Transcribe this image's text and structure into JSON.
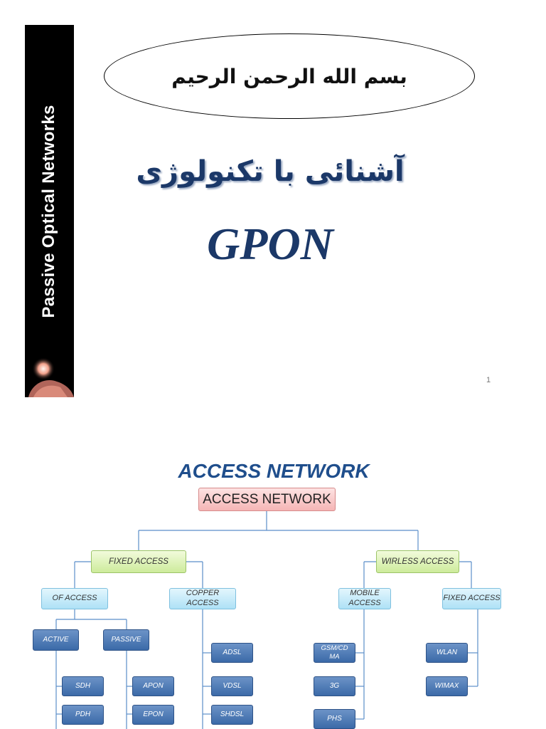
{
  "slide1": {
    "sidebar_text": "Passive Optical Networks",
    "basmala": "بسم الله الرحمن الرحیم",
    "subtitle": "آشنائی با تکنولوژی",
    "title": "GPON",
    "page_number": "1"
  },
  "slide2": {
    "title": "ACCESS NETWORK",
    "root": "ACCESS NETWORK",
    "fixed_access": "FIXED ACCESS",
    "wireless_access": "WIRLESS  ACCESS",
    "of_access": "OF ACCESS",
    "copper_access": "COPPER ACCESS",
    "mobile_access": "MOBILE ACCESS",
    "fixed_access_wireless": "FIXED ACCESS",
    "active": "ACTIVE",
    "passive": "PASSIVE",
    "sdh": "SDH",
    "pdh": "PDH",
    "apon": "APON",
    "epon": "EPON",
    "adsl": "ADSL",
    "vdsl": "VDSL",
    "shdsl": "SHDSL",
    "gsm": "GSM/CD MA",
    "g3": "3G",
    "phs": "PHS",
    "wlan": "WLAN",
    "wimax": "WIMAX"
  },
  "colors": {
    "title_blue": "#1b3868",
    "slide2_title": "#1f4e8c",
    "line": "#5b8ec9"
  }
}
